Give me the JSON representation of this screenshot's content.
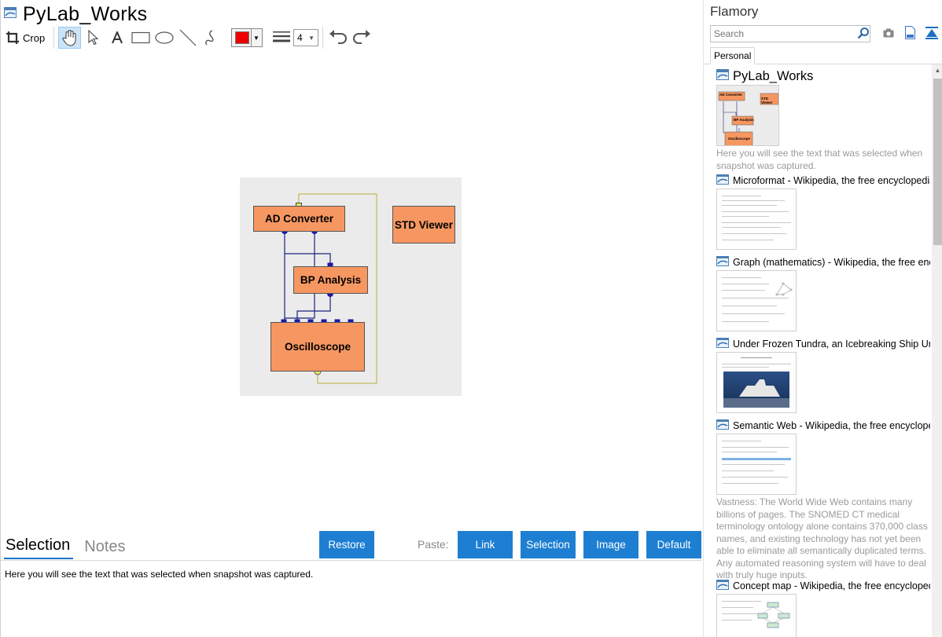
{
  "document": {
    "title": "PyLab_Works"
  },
  "toolbar": {
    "crop_label": "Crop",
    "line_width_value": "4",
    "selected_color": "#ee0000",
    "tools": [
      "crop-icon",
      "hand-icon",
      "pointer-icon",
      "text-tool-icon",
      "rectangle-icon",
      "ellipse-icon",
      "line-icon",
      "freehand-icon",
      "line-width-icon",
      "undo-icon",
      "redo-icon"
    ]
  },
  "diagram": {
    "nodes": {
      "ad_converter": "AD Converter",
      "std_viewer": "STD Viewer",
      "bp_analysis": "BP Analysis",
      "oscilloscope": "Oscilloscope"
    }
  },
  "bottom": {
    "tabs": {
      "selection": "Selection",
      "notes": "Notes"
    },
    "restore_label": "Restore",
    "paste_label": "Paste:",
    "paste_buttons": {
      "link": "Link",
      "selection": "Selection",
      "image": "Image",
      "default": "Default"
    },
    "selection_text": "Here you will see the text that was selected when snapshot was captured.",
    "accent_color": "#1e7fd2"
  },
  "panel": {
    "title": "Flamory",
    "search_placeholder": "Search",
    "tabs": {
      "personal": "Personal"
    },
    "items": [
      {
        "title": "PyLab_Works",
        "description": "Here you will see the text that was selected when snapshot was captured."
      },
      {
        "title": "Microformat - Wikipedia, the free encyclopedia",
        "description": ""
      },
      {
        "title": "Graph (mathematics) - Wikipedia, the free ency",
        "description": ""
      },
      {
        "title": "Under Frozen Tundra, an Icebreaking Ship Unco",
        "description": ""
      },
      {
        "title": "Semantic Web - Wikipedia, the free encycloped",
        "description": "Vastness: The World Wide Web contains many billions of pages. The SNOMED CT medical terminology ontology alone contains 370,000 class names, and existing technology has not yet been able to eliminate all semantically duplicated terms. Any automated reasoning system will have to deal with truly huge inputs."
      },
      {
        "title": "Concept map - Wikipedia, the free encyclopedia",
        "description": ""
      }
    ],
    "thumb_mini_labels": {
      "ad": "AD Converter",
      "std": "STD Viewer",
      "bp": "BP Analysis",
      "osc": "Oscilloscope"
    }
  }
}
